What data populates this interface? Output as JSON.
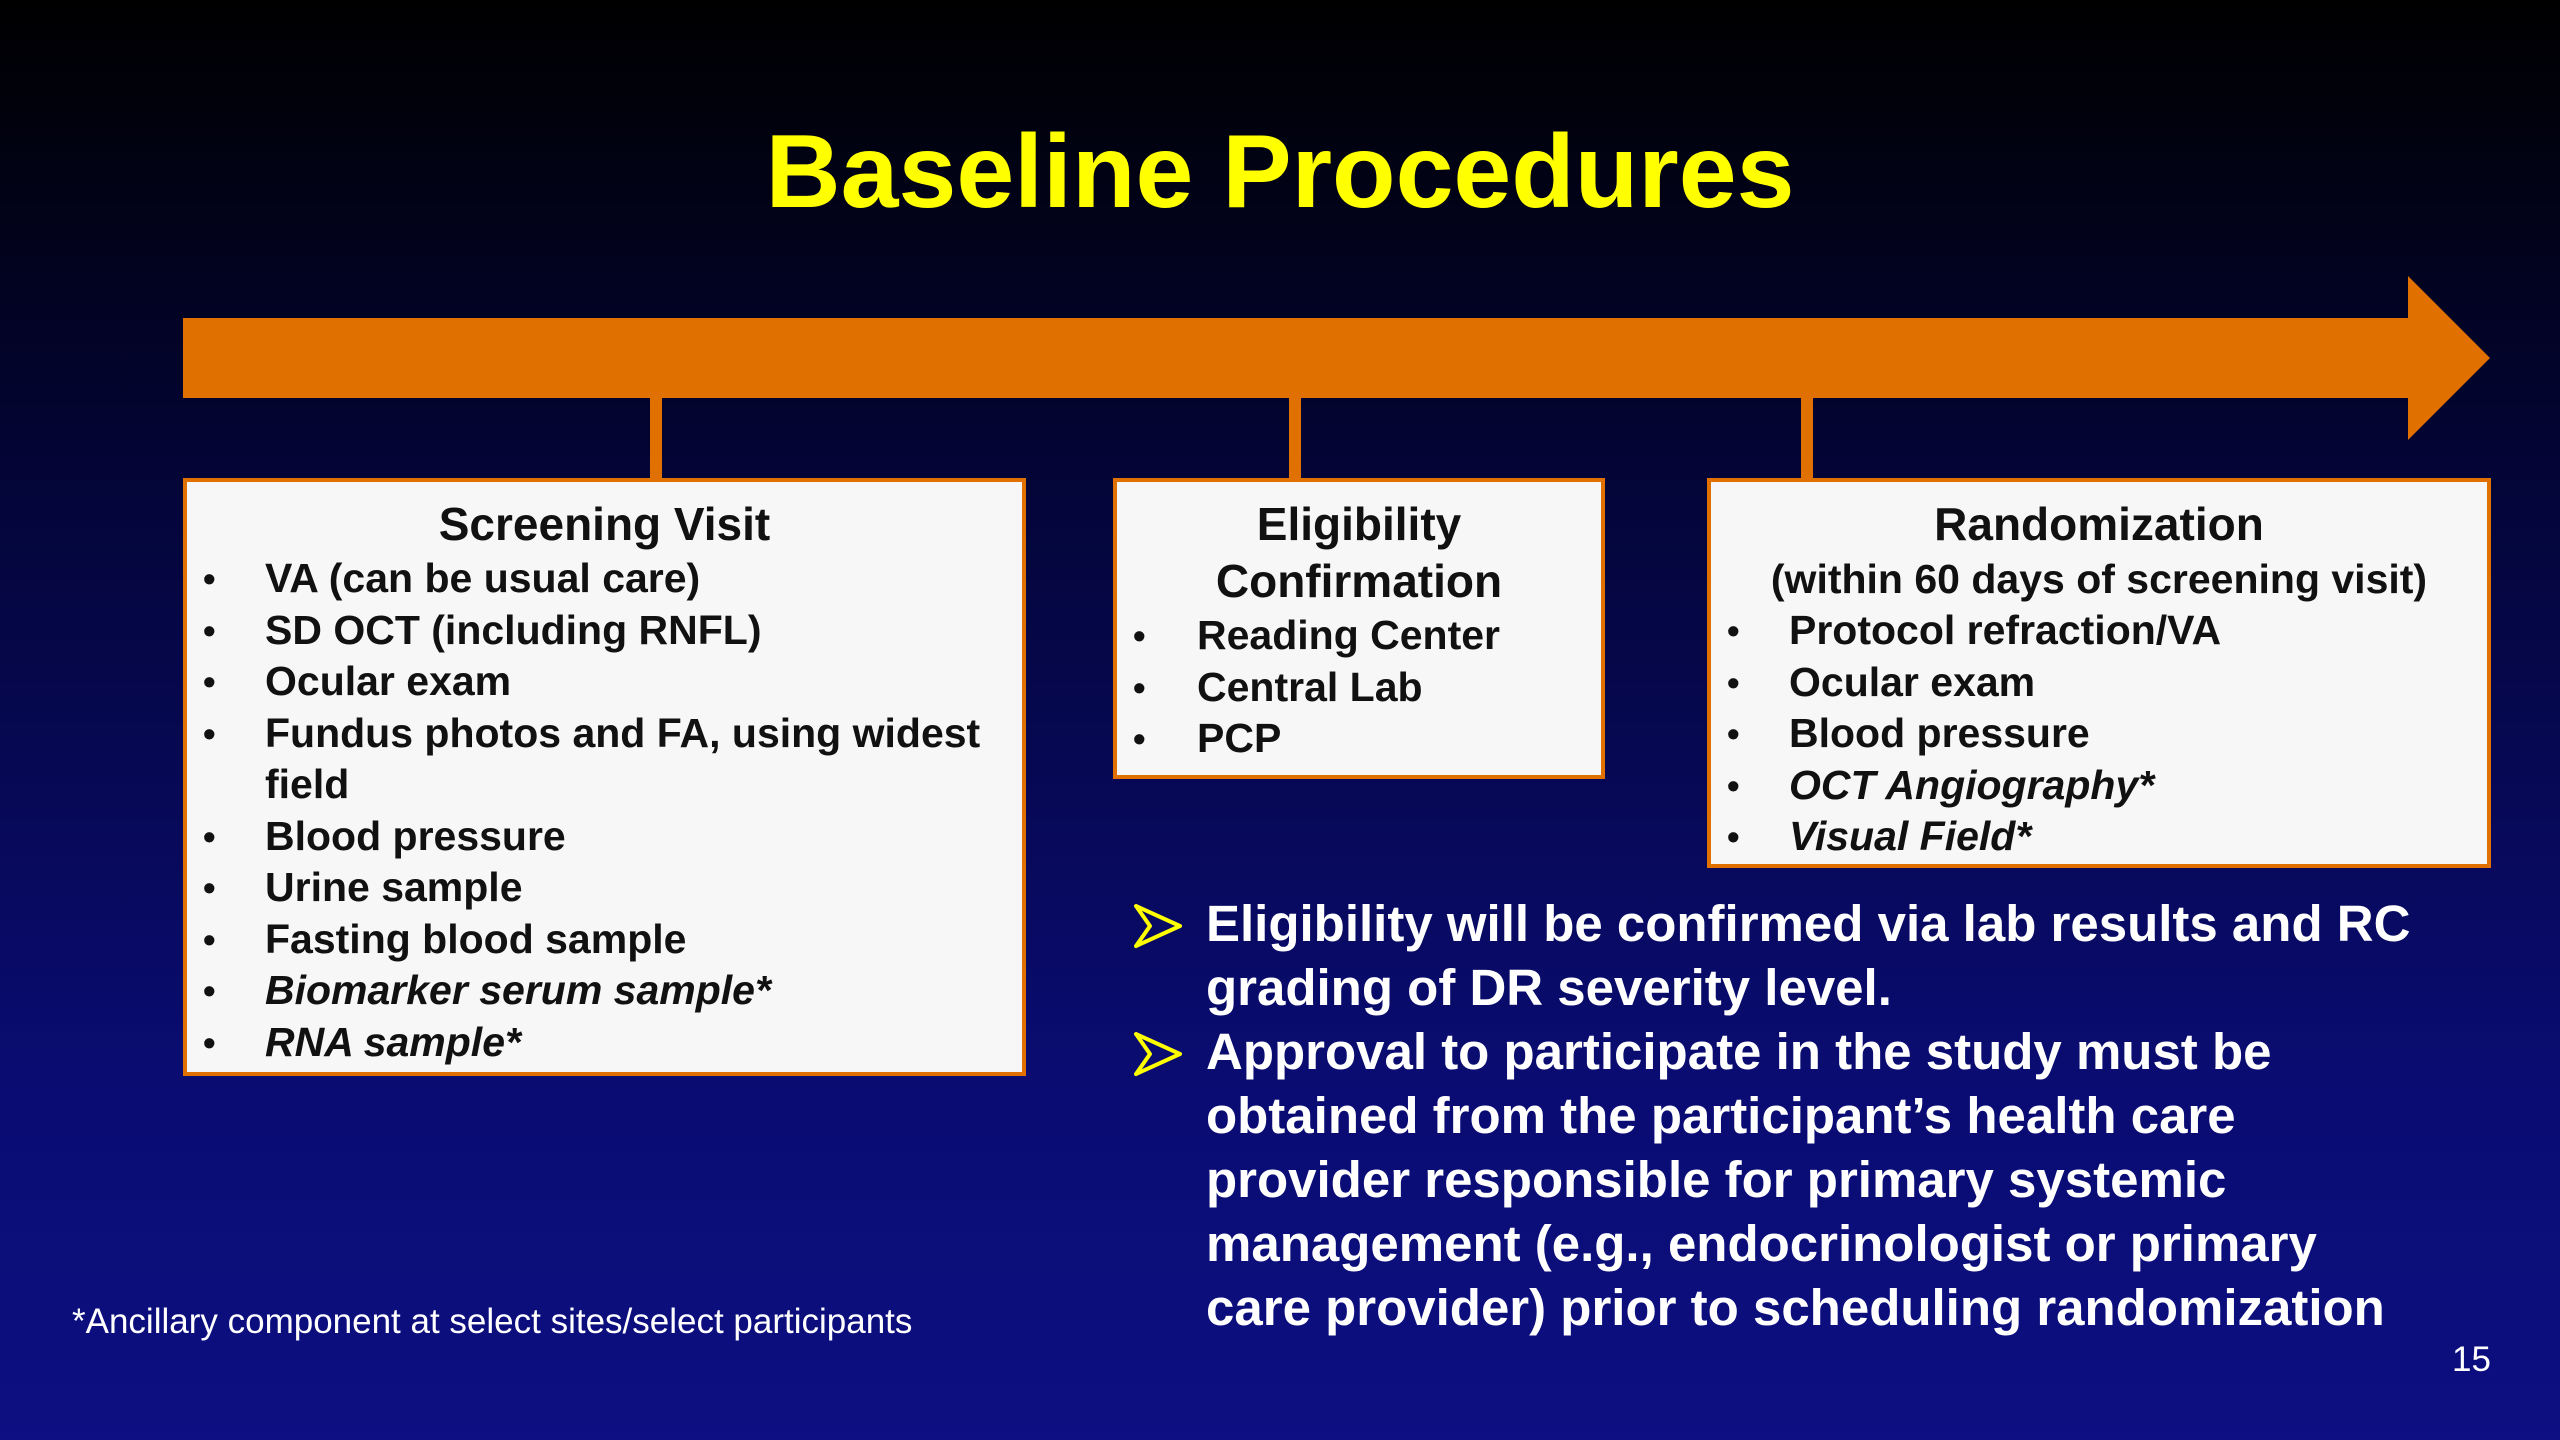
{
  "title": "Baseline Procedures",
  "colors": {
    "accent_orange": "#e07000",
    "title_yellow": "#ffff00",
    "background_top": "#000000",
    "background_bottom": "#0d0f82"
  },
  "stages": {
    "screening": {
      "title": "Screening Visit",
      "items": [
        {
          "text": "VA (can be usual care)",
          "italic": false
        },
        {
          "text": "SD OCT (including RNFL)",
          "italic": false
        },
        {
          "text": "Ocular exam",
          "italic": false
        },
        {
          "text": "Fundus photos and FA, using widest field",
          "italic": false
        },
        {
          "text": "Blood pressure",
          "italic": false
        },
        {
          "text": "Urine sample",
          "italic": false
        },
        {
          "text": "Fasting blood sample",
          "italic": false
        },
        {
          "text": "Biomarker serum sample*",
          "italic": true
        },
        {
          "text": "RNA sample*",
          "italic": true
        }
      ]
    },
    "eligibility": {
      "title_line1": "Eligibility",
      "title_line2": "Confirmation",
      "items": [
        {
          "text": "Reading Center",
          "italic": false
        },
        {
          "text": "Central Lab",
          "italic": false
        },
        {
          "text": "PCP",
          "italic": false
        }
      ]
    },
    "randomization": {
      "title": "Randomization",
      "subtitle": "(within 60 days of screening visit)",
      "items": [
        {
          "text": "Protocol refraction/VA",
          "italic": false
        },
        {
          "text": "Ocular exam",
          "italic": false
        },
        {
          "text": "Blood pressure",
          "italic": false
        },
        {
          "text": "OCT Angiography*",
          "italic": true
        },
        {
          "text": "Visual Field*",
          "italic": true
        }
      ]
    }
  },
  "notes": [
    "Eligibility will be confirmed via lab results and RC grading of DR severity level.",
    "Approval to participate in the study must be obtained from the participant’s health care provider responsible for primary systemic management (e.g., endocrinologist or primary care provider) prior to scheduling randomization"
  ],
  "footnote": "*Ancillary component at select sites/select participants",
  "page_number": "15",
  "bullet_glyph": "•"
}
